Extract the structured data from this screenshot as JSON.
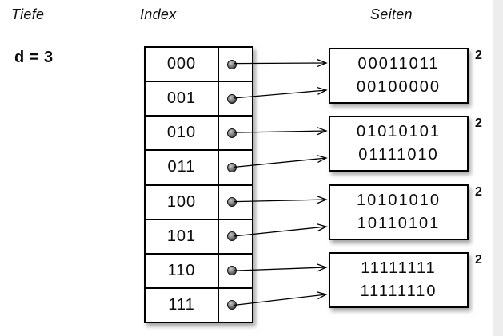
{
  "headers": {
    "tiefe": "Tiefe",
    "index": "Index",
    "seiten": "Seiten"
  },
  "global_depth": {
    "text": "d = 3"
  },
  "index_table": {
    "rows": [
      {
        "label": "000"
      },
      {
        "label": "001"
      },
      {
        "label": "010"
      },
      {
        "label": "011"
      },
      {
        "label": "100"
      },
      {
        "label": "101"
      },
      {
        "label": "110"
      },
      {
        "label": "111"
      }
    ]
  },
  "pages": [
    {
      "lines": [
        "00011011",
        "00100000"
      ],
      "depth": "2"
    },
    {
      "lines": [
        "01010101",
        "01111010"
      ],
      "depth": "2"
    },
    {
      "lines": [
        "10101010",
        "10110101"
      ],
      "depth": "2"
    },
    {
      "lines": [
        "11111111",
        "11111110"
      ],
      "depth": "2"
    }
  ],
  "arrows": [
    {
      "from": "000",
      "to_page": 0
    },
    {
      "from": "001",
      "to_page": 0
    },
    {
      "from": "010",
      "to_page": 1
    },
    {
      "from": "011",
      "to_page": 1
    },
    {
      "from": "100",
      "to_page": 2
    },
    {
      "from": "101",
      "to_page": 2
    },
    {
      "from": "110",
      "to_page": 3
    },
    {
      "from": "111",
      "to_page": 3
    }
  ],
  "colors": {
    "ink": "#000000",
    "box_background": "#ffffff",
    "canvas_background": "#ffffff",
    "edge_strip": "#ededed"
  }
}
